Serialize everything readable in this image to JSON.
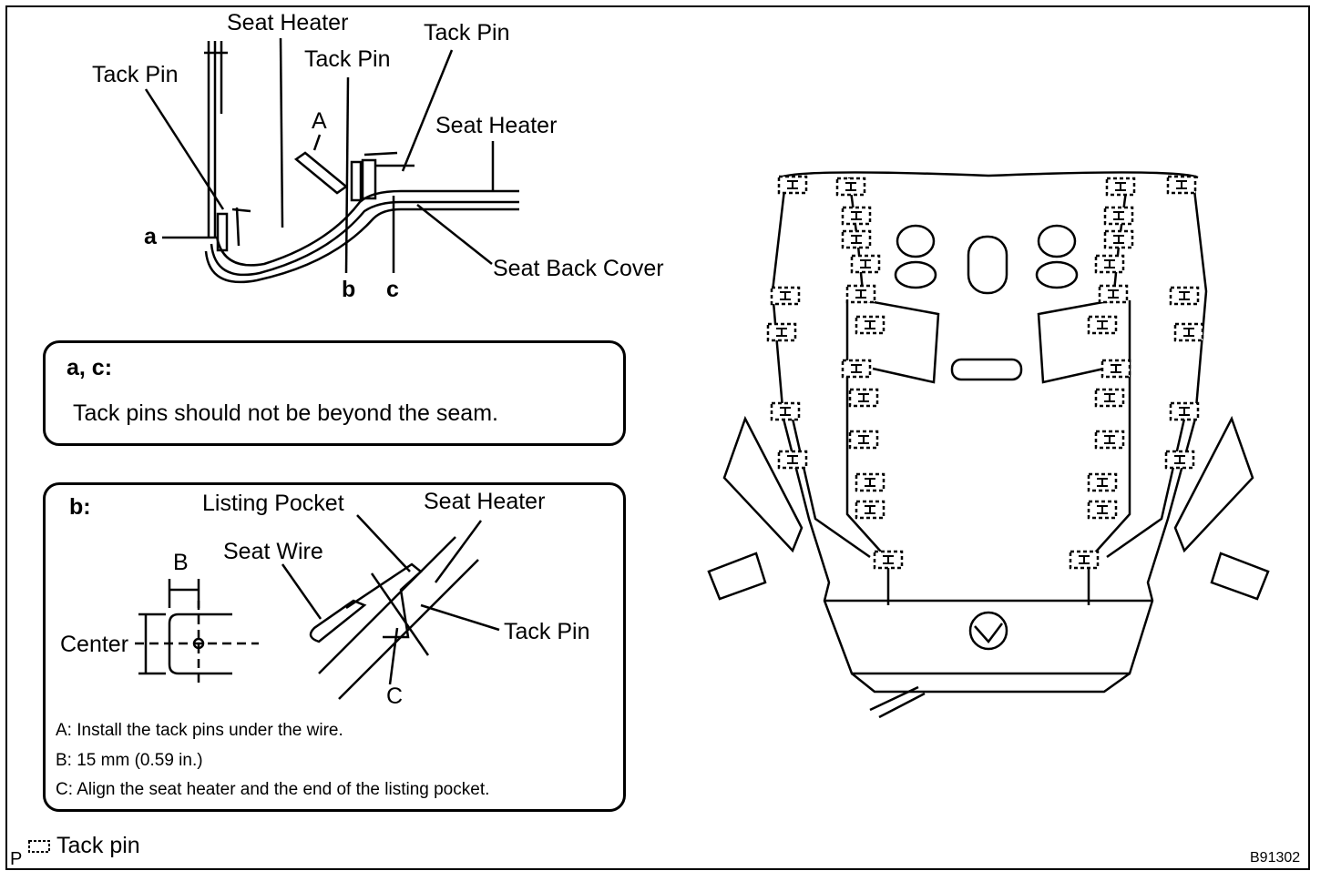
{
  "labels": {
    "seat_heater_top": "Seat Heater",
    "tack_pin_top_right": "Tack Pin",
    "tack_pin_center": "Tack Pin",
    "tack_pin_left": "Tack Pin",
    "letter_A": "A",
    "seat_heater_right": "Seat Heater",
    "letter_a": "a",
    "letter_b": "b",
    "letter_c": "c",
    "seat_back_cover": "Seat Back Cover"
  },
  "box_ac": {
    "heading": "a, c:",
    "text": "Tack pins should not be beyond the seam."
  },
  "box_b": {
    "heading": "b:",
    "listing_pocket": "Listing Pocket",
    "seat_heater": "Seat Heater",
    "seat_wire": "Seat Wire",
    "letter_B": "B",
    "center": "Center",
    "tack_pin": "Tack Pin",
    "letter_C": "C",
    "notes": [
      "A: Install the tack pins under the wire.",
      "B: 15 mm (0.59 in.)",
      "C: Align the seat heater and the end of the listing pocket."
    ]
  },
  "legend": {
    "prefix": "P",
    "text": "Tack pin"
  },
  "figure_code": "B91302"
}
